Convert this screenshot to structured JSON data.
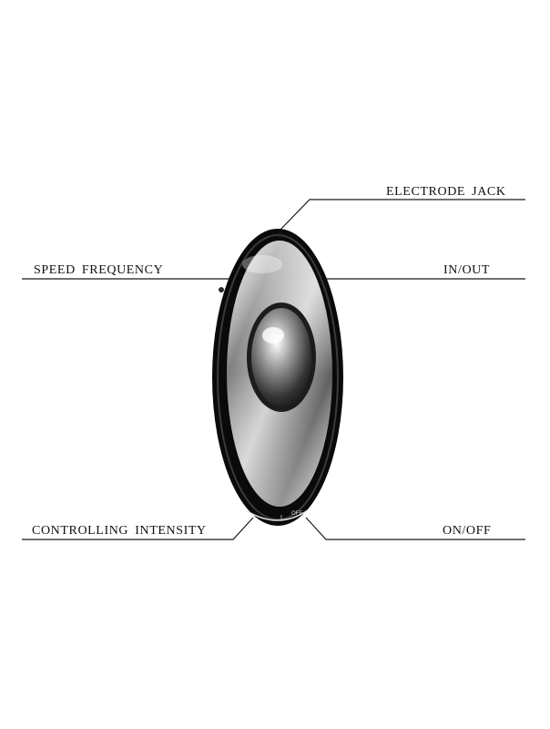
{
  "labels": {
    "electrode_jack": "ELECTRODE JACK",
    "speed_frequency": "SPEED FREQUENCY",
    "in_out": "IN/OUT",
    "controlling_intensity": "CONTROLLING INTENSITY",
    "on_off": "ON/OFF"
  },
  "device": {
    "switch_mark": "I",
    "off_text": "OFF"
  },
  "colors": {
    "background": "#ffffff",
    "line": "#1a1a1a",
    "body_black": "#0a0a0a",
    "metal": "#8a8a8a"
  }
}
